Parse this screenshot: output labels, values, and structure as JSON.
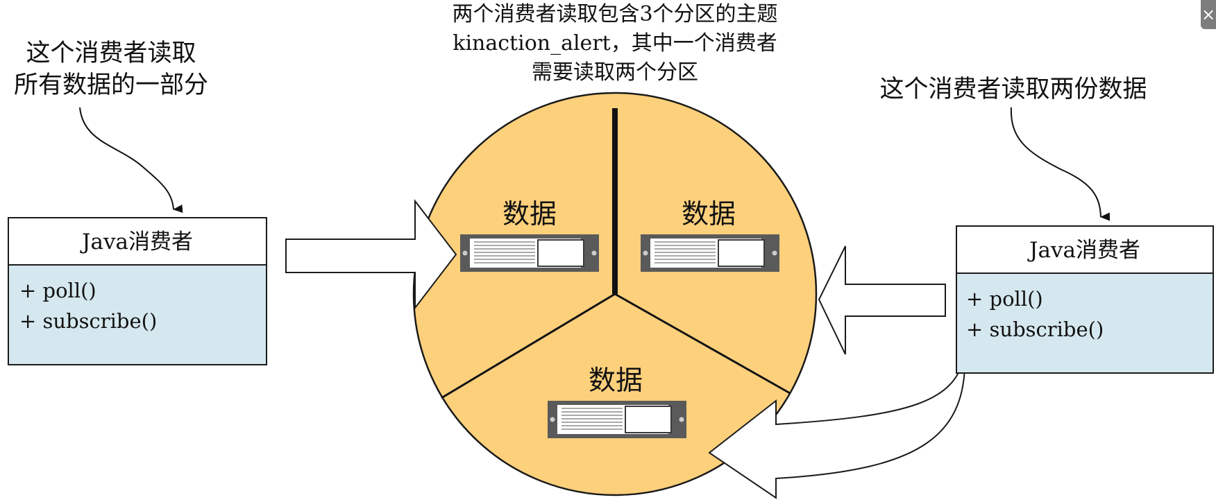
{
  "title": {
    "line1": "两个消费者读取包含3个分区的主题",
    "line2": "kinaction_alert，其中一个消费者",
    "line3": "需要读取两个分区"
  },
  "left_annotation": {
    "line1": "这个消费者读取",
    "line2": "所有数据的一部分"
  },
  "right_annotation": {
    "line1": "这个消费者读取两份数据"
  },
  "consumers": [
    {
      "title": "Java消费者",
      "methods": [
        "+ poll()",
        "+ subscribe()"
      ]
    },
    {
      "title": "Java消费者",
      "methods": [
        "+ poll()",
        "+ subscribe()"
      ]
    }
  ],
  "partitions": [
    {
      "label": "数据"
    },
    {
      "label": "数据"
    },
    {
      "label": "数据"
    }
  ],
  "colors": {
    "topic_fill": "#fdd07c",
    "consumer_body": "#d6e8ef",
    "consumer_header": "#ffffff",
    "outline": "#1a1a1a",
    "segment_frame": "#5a5a5a",
    "segment_lines": "#a9a9a9"
  },
  "corner_button": {
    "glyph": "×"
  }
}
